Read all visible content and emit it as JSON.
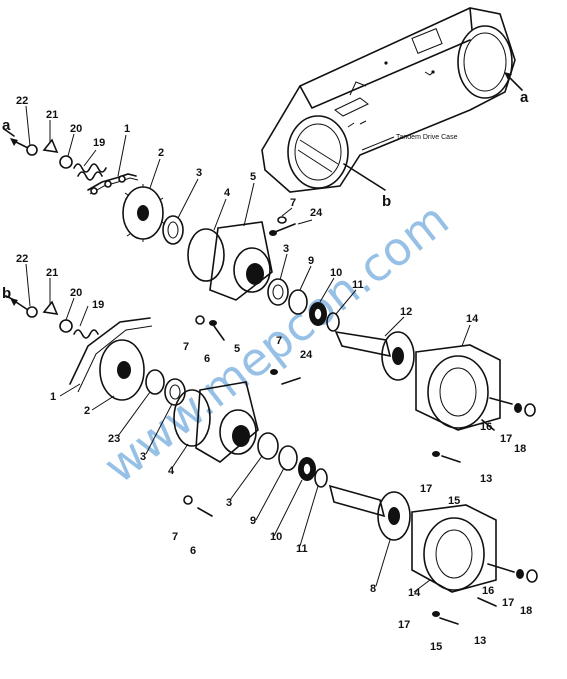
{
  "diagram": {
    "case_caption": "Tandem Drive Case",
    "watermark": "www.mepcon.com",
    "refs": {
      "a": "a",
      "b": "b"
    },
    "callouts": [
      "1",
      "2",
      "3",
      "4",
      "5",
      "6",
      "7",
      "8",
      "9",
      "10",
      "11",
      "12",
      "13",
      "14",
      "15",
      "16",
      "17",
      "18",
      "19",
      "20",
      "21",
      "22",
      "23",
      "24"
    ]
  }
}
